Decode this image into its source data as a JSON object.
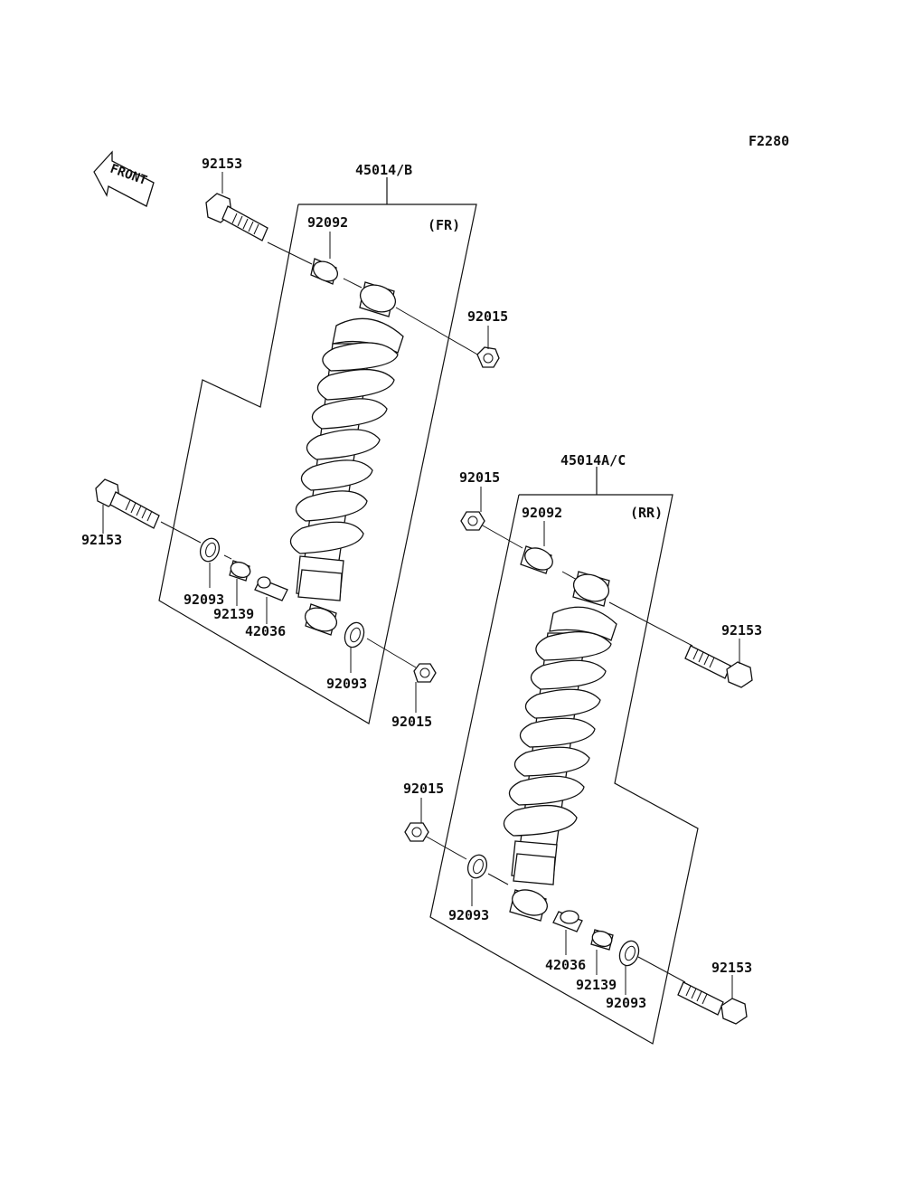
{
  "figure_code": "F2280",
  "front_label": "FRONT",
  "groups": {
    "front": {
      "assembly": "45014/B",
      "position": "(FR)"
    },
    "rear": {
      "assembly": "45014A/C",
      "position": "(RR)"
    }
  },
  "callouts": {
    "fr_bolt_top": "92153",
    "fr_bushing_top": "92092",
    "fr_nut_top": "92015",
    "fr_bolt_bottom": "92153",
    "fr_seal_left": "92093",
    "fr_sleeve": "92139",
    "fr_collar": "42036",
    "fr_seal_right": "92093",
    "fr_nut_bottom": "92015",
    "rr_nut_top": "92015",
    "rr_bushing_top": "92092",
    "rr_bolt_top": "92153",
    "rr_nut_bottom": "92015",
    "rr_seal_left": "92093",
    "rr_collar": "42036",
    "rr_sleeve": "92139",
    "rr_seal_right": "92093",
    "rr_bolt_bottom": "92153"
  }
}
